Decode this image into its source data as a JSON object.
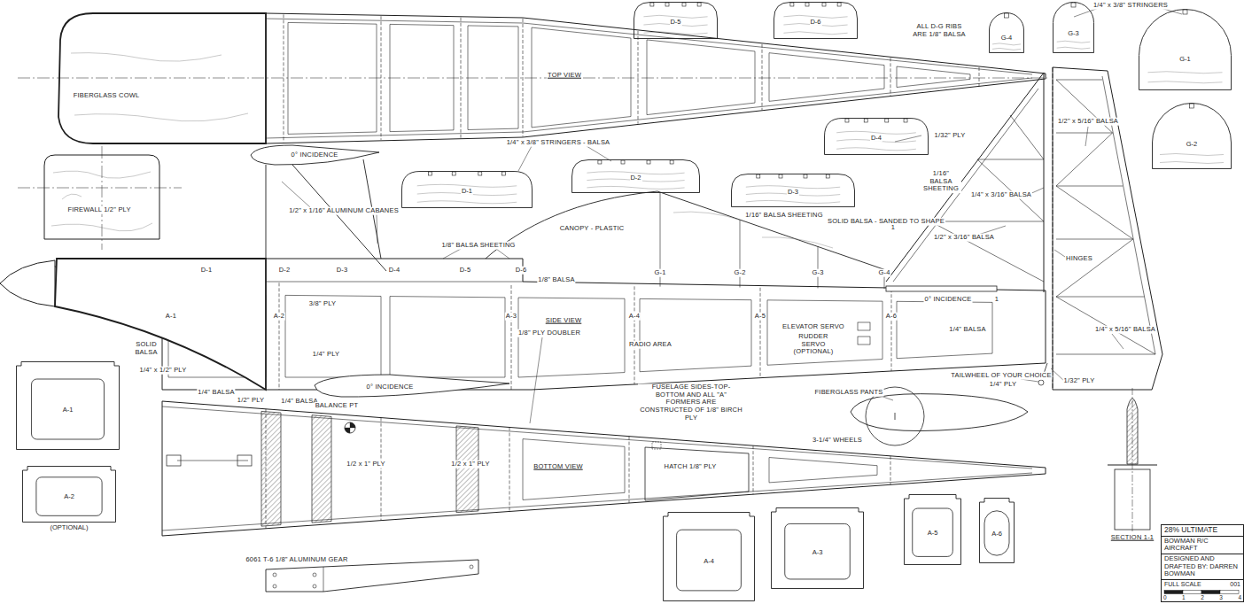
{
  "diagram": {
    "nodes": [
      {
        "text": [
          "D-5"
        ]
      },
      {
        "text": [
          "D-6"
        ]
      },
      {
        "text": [
          "G-4"
        ]
      },
      {
        "text": [
          "G-3"
        ]
      },
      {
        "text": [
          "G-1"
        ]
      },
      {
        "text": [
          "G-2"
        ]
      },
      {
        "text": [
          "D-4"
        ]
      },
      {
        "text": [
          "D-2"
        ]
      },
      {
        "text": [
          "D-1"
        ]
      },
      {
        "text": [
          "D-3"
        ]
      },
      {
        "text": [
          "A-1"
        ]
      },
      {
        "text": [
          "A-2",
          "(OPTIONAL)"
        ]
      },
      {
        "text": [
          "A-4"
        ]
      },
      {
        "text": [
          "A-3"
        ]
      },
      {
        "text": [
          "A-5"
        ]
      },
      {
        "text": [
          "A-6"
        ]
      },
      {
        "text": [
          "28% ULTIMATE",
          "BOWMAN R/C AIRCRAFT",
          "DESIGNED AND DRAFTED BY: DARREN BOWMAN",
          "FULL SCALE",
          "001",
          "0",
          "1",
          "2",
          "3",
          "4"
        ]
      }
    ],
    "labels": [
      "FIBERGLASS COWL",
      "TOP VIEW",
      "ALL D-G RIBS ARE 1/8\" BALSA",
      "1/4\" x 3/8\" STRINGERS",
      "0° INCIDENCE",
      "1/2\" x 1/16\" ALUMINUM CABANES",
      "1/4\" x 3/8\" STRINGERS - BALSA",
      "FIREWALL 1/2\" PLY",
      "CANOPY - PLASTIC",
      "1/32\" PLY",
      "1/2\" x 5/16\" BALSA",
      "1/16\" BALSA SHEETING",
      "SOLID BALSA - SANDED TO SHAPE",
      "1/4\" x 3/16\" BALSA",
      "1/16\" BALSA SHEETING",
      "1/2\" x 3/16\" BALSA",
      "HINGES",
      "1/8\" BALSA SHEETING",
      "1/8\" BALSA",
      "0° INCIDENCE",
      "1/4\" BALSA",
      "3/8\" PLY",
      "SIDE VIEW",
      "1/8\" PLY DOUBLER",
      "RADIO AREA",
      "ELEVATOR SERVO",
      "RUDDER SERVO (OPTIONAL)",
      "1/4\" x 5/16\" BALSA",
      "TAILWHEEL OF YOUR CHOICE",
      "1/4\" PLY",
      "1/32\" PLY",
      "SOLID BALSA",
      "1/4\" x 1/2\" PLY",
      "1/4\" PLY",
      "1/4\" BALSA",
      "1/2\" PLY",
      "1/4\" BALSA",
      "0° INCIDENCE",
      "BALANCE PT",
      "FUSELAGE SIDES-TOP-BOTTOM AND ALL \"A\" FORMERS ARE CONSTRUCTED OF 1/8\" BIRCH PLY",
      "FIBERGLASS PANTS",
      "3-1/4\" WHEELS",
      "1/2 x 1\" PLY",
      "1/2 x 1\" PLY",
      "BOTTOM VIEW",
      "HATCH 1/8\" PLY",
      "6061 T-6 1/8\" ALUMINUM GEAR",
      "SECTION 1-1",
      "1",
      "1",
      "D-1",
      "D-2",
      "D-3",
      "D-4",
      "D-5",
      "D-6",
      "G-1",
      "G-2",
      "G-3",
      "G-4",
      "A-1",
      "A-2",
      "A-3",
      "A-4",
      "A-5",
      "A-6"
    ]
  }
}
